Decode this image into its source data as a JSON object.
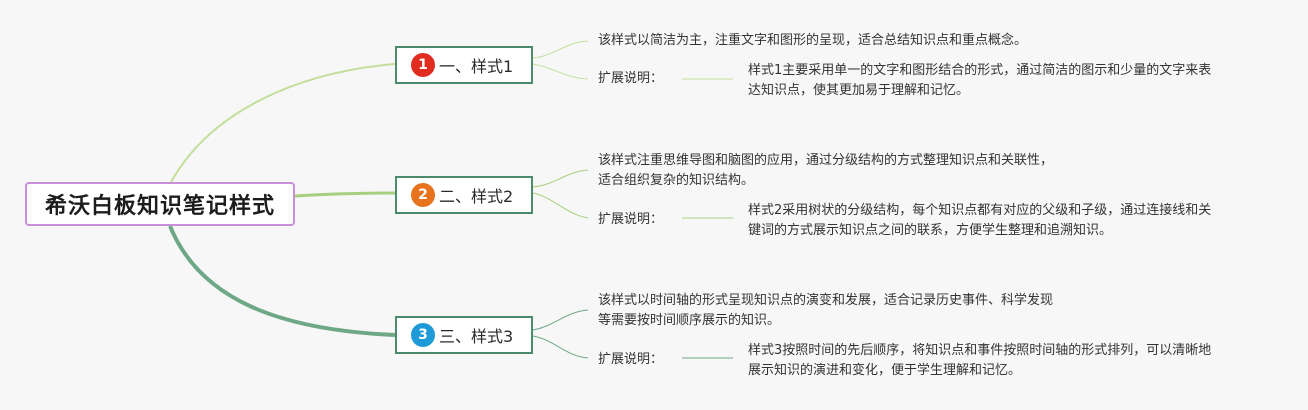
{
  "central": {
    "title": "希沃白板知识笔记样式",
    "border_color": "#c98fd6"
  },
  "branches": [
    {
      "number": "1",
      "badge_color": "#e02d1f",
      "label": "一、样式1",
      "link_color": "#c3df9c",
      "description": [
        "该样式以简洁为主，注重文字和图形的呈现，适合总结知识点和重点概念。"
      ],
      "ext_label": "扩展说明：",
      "ext_text": [
        "样式1主要采用单一的文字和图形结合的形式，通过简洁的图示和少量的文字来表",
        "达知识点，使其更加易于理解和记忆。"
      ]
    },
    {
      "number": "2",
      "badge_color": "#e8731e",
      "label": "二、样式2",
      "link_color": "#a6d07f",
      "description": [
        "该样式注重思维导图和脑图的应用，通过分级结构的方式整理知识点和关联性，",
        "适合组织复杂的知识结构。"
      ],
      "ext_label": "扩展说明：",
      "ext_text": [
        "样式2采用树状的分级结构，每个知识点都有对应的父级和子级，通过连接线和关",
        "键词的方式展示知识点之间的联系，方便学生整理和追溯知识。"
      ]
    },
    {
      "number": "3",
      "badge_color": "#1e9ad6",
      "label": "三、样式3",
      "link_color": "#6fa886",
      "description": [
        "该样式以时间轴的形式呈现知识点的演变和发展，适合记录历史事件、科学发现",
        "等需要按时间顺序展示的知识。"
      ],
      "ext_label": "扩展说明：",
      "ext_text": [
        "样式3按照时间的先后顺序，将知识点和事件按照时间轴的形式排列，可以清晰地",
        "展示知识的演进和变化，便于学生理解和记忆。"
      ]
    }
  ]
}
